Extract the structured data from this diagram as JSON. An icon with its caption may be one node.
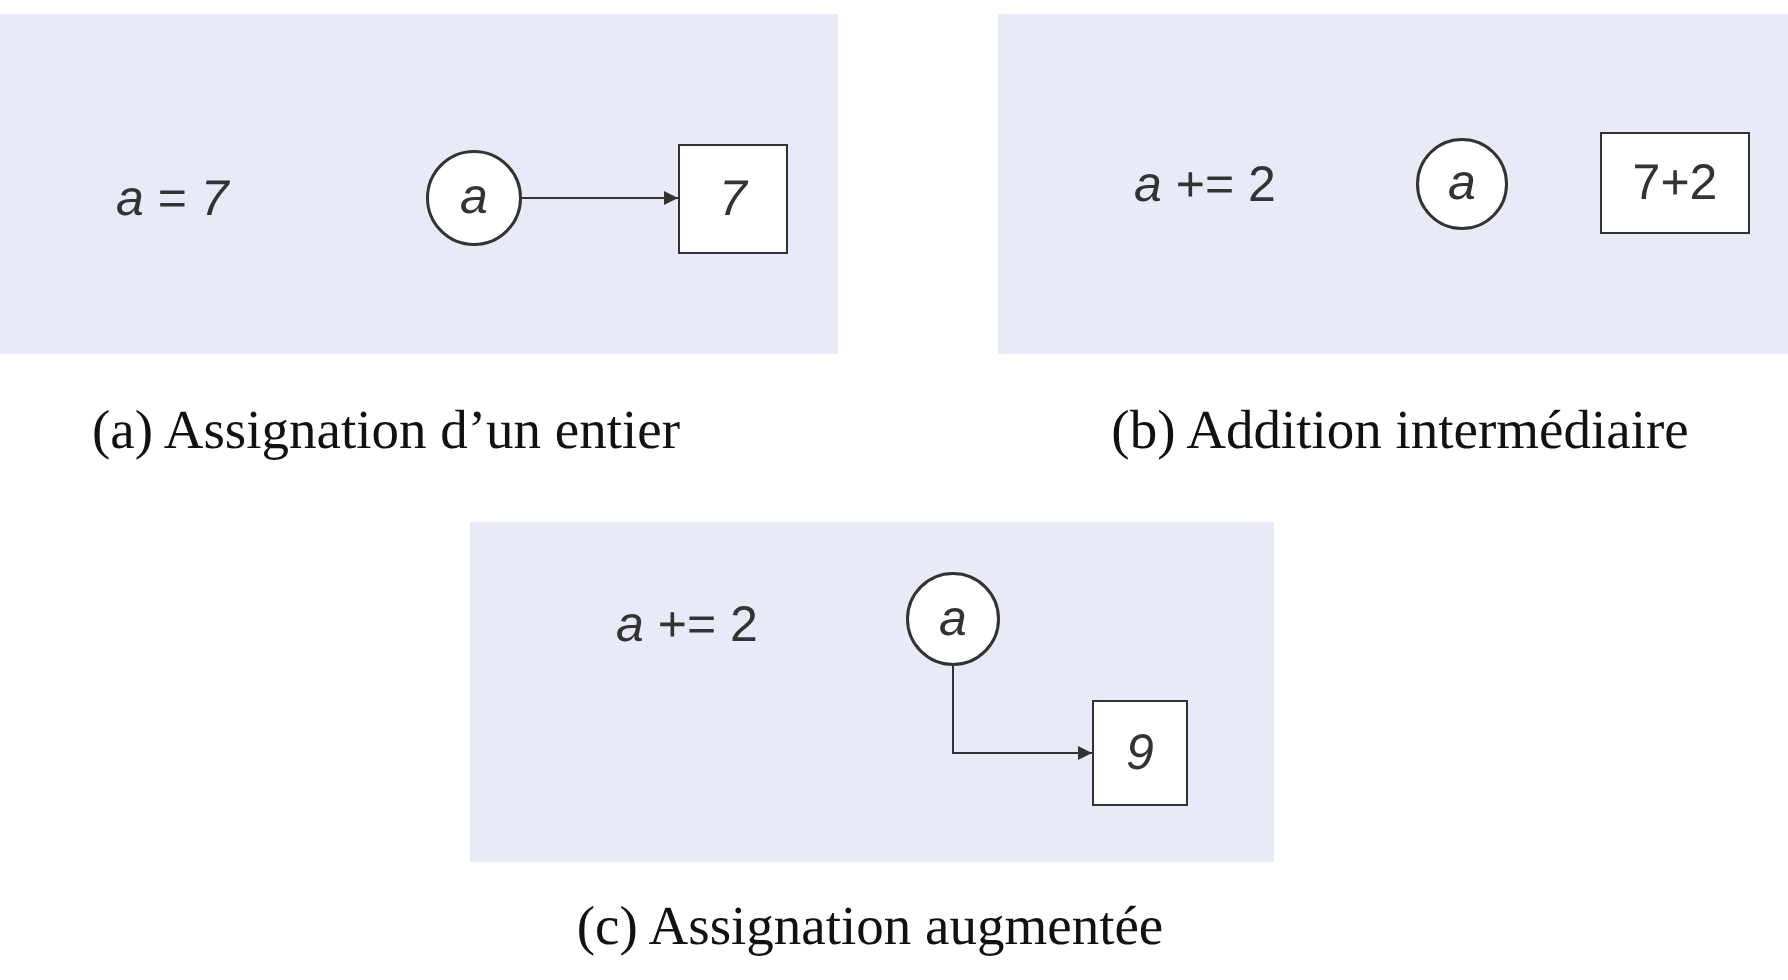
{
  "diagram": {
    "nodes": [
      {
        "text": [
          "*a* = *7*"
        ],
        "beside": [
          "(a) Assignation d’un entier"
        ]
      },
      {
        "text": [
          "a"
        ],
        "in": 0
      },
      {
        "text": [
          "7"
        ],
        "in": 0
      },
      {
        "text": [
          "*a* += 2"
        ],
        "beside": [
          "(b) Addition intermédiaire"
        ]
      },
      {
        "text": [
          "a"
        ],
        "in": 3
      },
      {
        "text": [
          "7+2"
        ],
        "in": 3
      },
      {
        "text": [
          "*a* += 2"
        ],
        "beside": [
          "(c) Assignation augmentée"
        ]
      },
      {
        "text": [
          "a"
        ],
        "in": 6
      },
      {
        "text": [
          "9"
        ],
        "in": 6
      }
    ],
    "edges": [
      {
        "from": 1,
        "to": 2,
        "arrow": "to"
      },
      {
        "from": 7,
        "to": 8,
        "arrow": "to"
      }
    ]
  }
}
